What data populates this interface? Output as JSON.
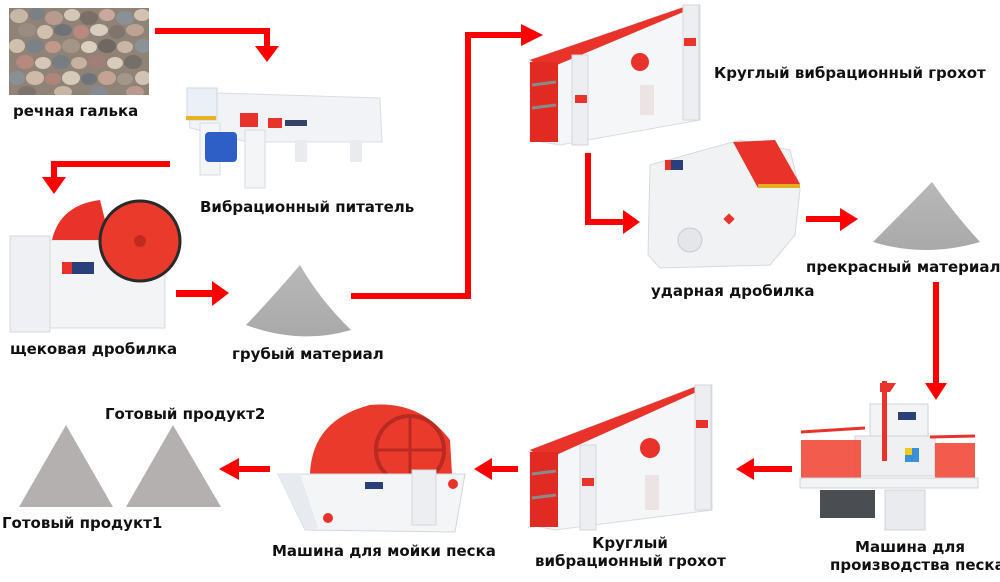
{
  "title": "Process flow: river pebble sand production line",
  "colors": {
    "arrow": "#ff0000",
    "machine_red": "#e8322a",
    "pile_gray": "#b3b3b3",
    "machine_white": "#f2f3f5"
  },
  "nodes": {
    "river_pebble": {
      "label": "речная галька",
      "icon": "pebbles-image"
    },
    "vibrating_feeder": {
      "label": "Вибрационный питатель",
      "icon": "vibrating-feeder-machine"
    },
    "jaw_crusher": {
      "label": "щековая дробилка",
      "icon": "jaw-crusher-machine"
    },
    "coarse_material": {
      "label": "грубый материал",
      "icon": "material-pile"
    },
    "circular_screen_1": {
      "label": "Круглый вибрационный грохот",
      "icon": "vibrating-screen-machine"
    },
    "impact_crusher": {
      "label": "ударная дробилка",
      "icon": "impact-crusher-machine"
    },
    "fine_material": {
      "label": "прекрасный материал",
      "icon": "material-pile"
    },
    "sand_maker": {
      "label_line1": "Машина для",
      "label_line2": "производства песка",
      "icon": "sand-making-machine"
    },
    "circular_screen_2": {
      "label_line1": "Круглый",
      "label_line2": "вибрационный грохот",
      "icon": "vibrating-screen-machine"
    },
    "sand_washer": {
      "label": "Машина для мойки песка",
      "icon": "sand-washer-machine"
    },
    "product_1": {
      "label": "Готовый продукт1",
      "icon": "product-pile"
    },
    "product_2": {
      "label": "Готовый продукт2",
      "icon": "product-pile"
    }
  }
}
